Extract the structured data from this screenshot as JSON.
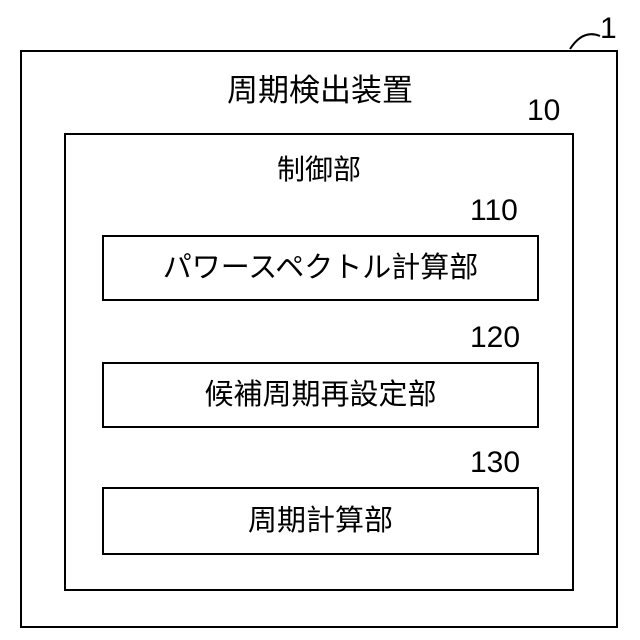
{
  "device": {
    "ref": "1",
    "title": "周期検出装置"
  },
  "controller": {
    "ref": "10",
    "title": "制御部"
  },
  "modules": [
    {
      "ref": "110",
      "label": "パワースペクトル計算部"
    },
    {
      "ref": "120",
      "label": "候補周期再設定部"
    },
    {
      "ref": "130",
      "label": "周期計算部"
    }
  ]
}
